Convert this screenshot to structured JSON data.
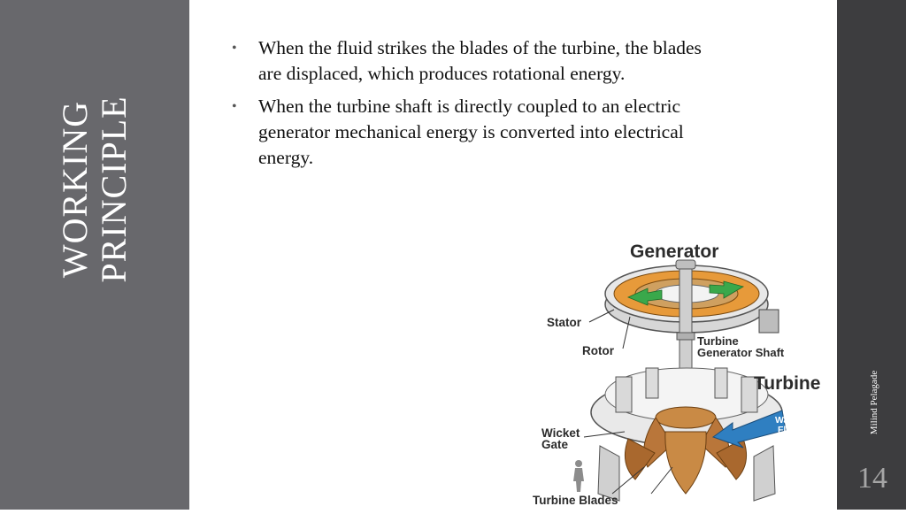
{
  "slide": {
    "title_line1": "WORKING",
    "title_line2": "PRINCIPLE",
    "bullets": [
      "When the fluid strikes the blades of the turbine, the blades are  displaced, which produces rotational energy.",
      "When the turbine shaft is directly coupled to an electric generator mechanical energy is converted into electrical energy."
    ],
    "author": "Milind Pelagade",
    "page_number": "14"
  },
  "figure": {
    "labels": {
      "generator": "Generator",
      "stator": "Stator",
      "rotor": "Rotor",
      "shaft_line1": "Turbine",
      "shaft_line2": "Generator Shaft",
      "turbine": "Turbine",
      "water_line1": "Water",
      "water_line2": "Flow",
      "wicket_line1": "Wicket",
      "wicket_line2": "Gate",
      "turbine_blades": "Turbine Blades"
    }
  },
  "colors": {
    "left_band": "#68686c",
    "right_band": "#3d3d3f",
    "rotor_orange": "#e79a3a",
    "arrow_green": "#3aa84b",
    "water_blue": "#2f7fc1",
    "blade_brown": "#b9763a"
  }
}
